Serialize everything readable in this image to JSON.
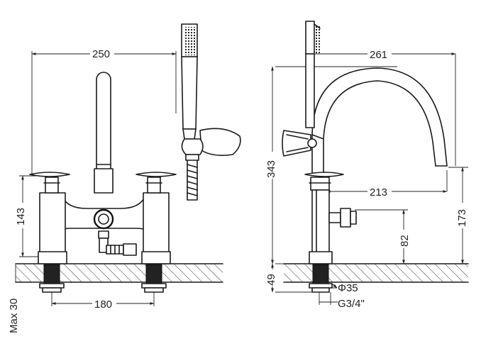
{
  "front_view": {
    "width_top": "250",
    "height_left": "143",
    "centers_bottom": "180",
    "max_deck": "Max 30"
  },
  "side_view": {
    "width_top": "261",
    "height_total": "343",
    "spout_reach": "213",
    "spout_height": "173",
    "outlet_height": "82",
    "below_deck": "49",
    "shank_dia": "Φ35",
    "thread": "G3/4\""
  },
  "colors": {
    "line": "#1a1a1a",
    "hatch": "#333333",
    "background": "#ffffff"
  }
}
